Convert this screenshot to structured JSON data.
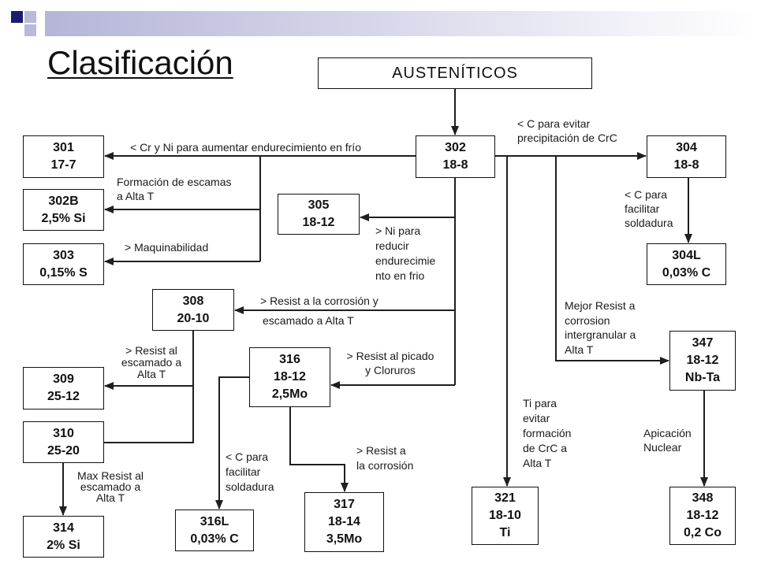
{
  "title": "Clasificación",
  "root": "AUSTENÍTICOS",
  "theme": {
    "accent": "#1c1c72",
    "decor_light": "#b9b9dc",
    "line": "#1f1f1f"
  },
  "nodes": {
    "n301": {
      "code": "301",
      "comp": "17-7"
    },
    "n302": {
      "code": "302",
      "comp": "18-8"
    },
    "n304": {
      "code": "304",
      "comp": "18-8"
    },
    "n302B": {
      "code": "302B",
      "comp": "2,5% Si"
    },
    "n305": {
      "code": "305",
      "comp": "18-12"
    },
    "n303": {
      "code": "303",
      "comp": "0,15% S"
    },
    "n304L": {
      "code": "304L",
      "comp": "0,03% C"
    },
    "n308": {
      "code": "308",
      "comp": "20-10"
    },
    "n347": {
      "code": "347",
      "comp": "18-12",
      "extra": "Nb-Ta"
    },
    "n316": {
      "code": "316",
      "comp": "18-12",
      "extra": "2,5Mo"
    },
    "n309": {
      "code": "309",
      "comp": "25-12"
    },
    "n310": {
      "code": "310",
      "comp": "25-20"
    },
    "n321": {
      "code": "321",
      "comp": "18-10",
      "extra": "Ti"
    },
    "n317": {
      "code": "317",
      "comp": "18-14",
      "extra": "3,5Mo"
    },
    "n348": {
      "code": "348",
      "comp": "18-12",
      "extra": "0,2 Co"
    },
    "n316L": {
      "code": "316L",
      "comp": "0,03% C"
    },
    "n314": {
      "code": "314",
      "comp": "2% Si"
    }
  },
  "edges": {
    "to301": [
      "< Cr y Ni para aumentar endurecimiento en frío"
    ],
    "to302B": [
      "Formación de escamas",
      "a Alta T"
    ],
    "to303": [
      "> Maquinabilidad"
    ],
    "to305": [
      "> Ni para",
      "reducir",
      "endurecimie",
      "nto en frio"
    ],
    "to304": [
      "< C para evitar",
      "precipitación de CrC"
    ],
    "to304L": [
      "< C para",
      "facilitar",
      "soldadura"
    ],
    "to308": [
      "> Resist a la corrosión y",
      "escamado a Alta T"
    ],
    "to347": [
      "Mejor Resist a",
      "corrosion",
      "intergranular a",
      "Alta T"
    ],
    "to316": [
      "> Resist al picado",
      "y Cloruros"
    ],
    "to309": [
      "> Resist al",
      "escamado a",
      "Alta T"
    ],
    "to321": [
      "Ti para",
      "evitar",
      "formación",
      "de CrC a",
      "Alta T"
    ],
    "to348": [
      "Apicación",
      "Nuclear"
    ],
    "to314": [
      "Max Resist al",
      "escamado a",
      "Alta T"
    ],
    "to316L": [
      "< C para",
      "facilitar",
      "soldadura"
    ],
    "to317": [
      "> Resist a",
      "la corrosión"
    ]
  }
}
